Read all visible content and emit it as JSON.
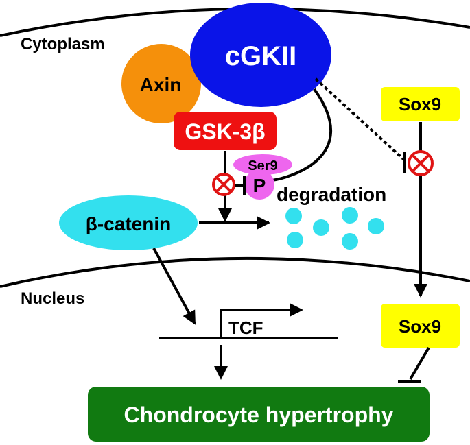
{
  "labels": {
    "cytoplasm": "Cytoplasm",
    "nucleus": "Nucleus",
    "cgkii": "cGKII",
    "axin": "Axin",
    "gsk3b": "GSK-3β",
    "ser9": "Ser9",
    "phospho": "P",
    "beta_catenin": "β-catenin",
    "degradation": "degradation",
    "tcf": "TCF",
    "sox9_cytoplasm": "Sox9",
    "sox9_nucleus": "Sox9",
    "outcome": "Chondrocyte hypertrophy"
  },
  "colors": {
    "cgkii": "#0a14e8",
    "axin": "#f5900b",
    "gsk3b": "#ee1111",
    "ser9": "#ee66ee",
    "beta_catenin": "#33e0ee",
    "sox9": "#ffff00",
    "outcome": "#117a11",
    "inhibit_symbol": "#e01414",
    "line": "#000000"
  }
}
